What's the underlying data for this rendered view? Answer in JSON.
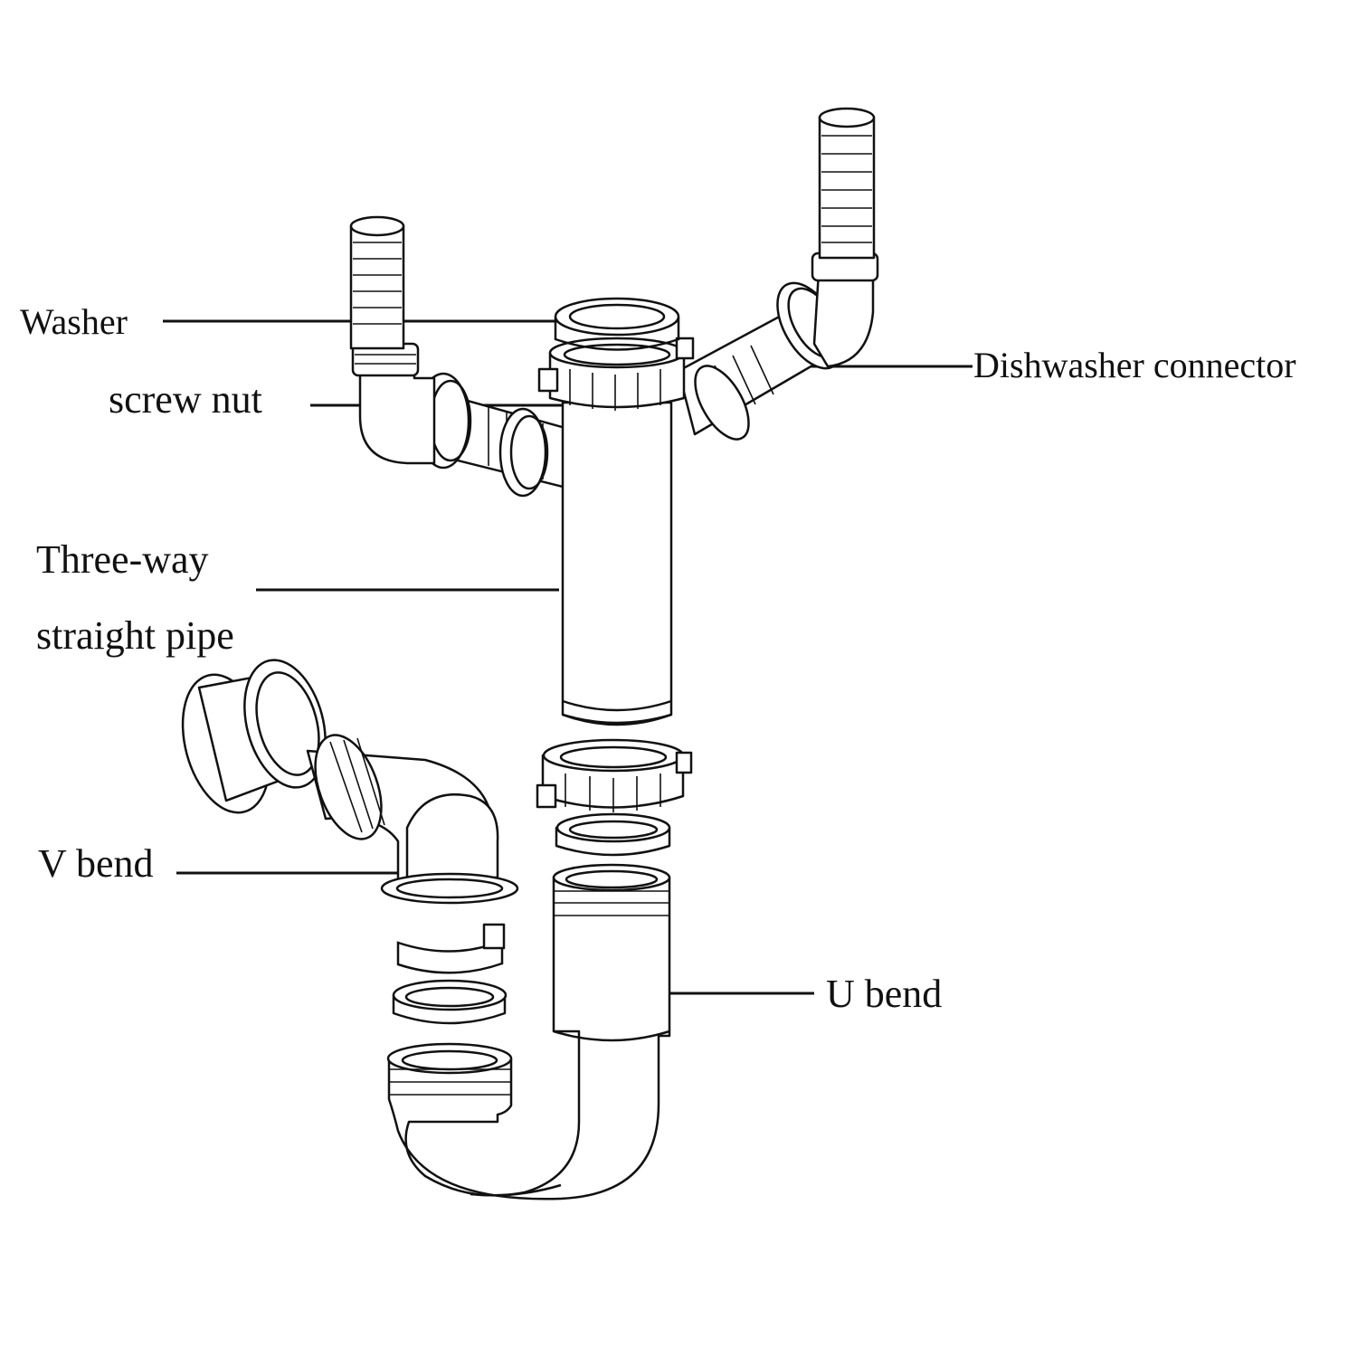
{
  "labels": {
    "washer": "Washer",
    "screw_nut": "screw nut",
    "dishwasher_connector": "Dishwasher connector",
    "three_way_line1": "Three-way",
    "three_way_line2": "straight pipe",
    "v_bend": "V bend",
    "u_bend": "U bend"
  },
  "colors": {
    "ink": "#111111",
    "background": "#ffffff"
  }
}
